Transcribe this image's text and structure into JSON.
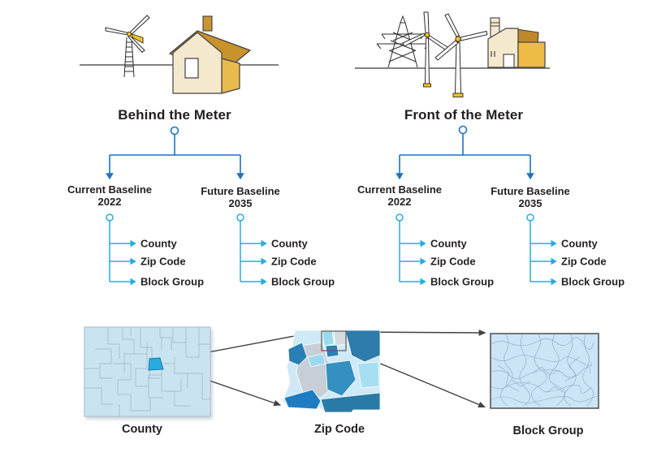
{
  "figure": {
    "description": "Behind / Front of the Meter baseline hierarchy diagram with county, zip code and block group maps"
  },
  "colors": {
    "tree_blue": "#1b75bc",
    "branch_cyan": "#29abe2",
    "outline_dark": "#414042",
    "ground_gray": "#58595b",
    "cream": "#f4e9cd",
    "gold": "#e9ba4e",
    "dark_gold": "#c8922d",
    "county_map_fill": "#c9e4f0",
    "highlight_blue": "#29abe2",
    "blockgroup_fill": "#cbe5f6"
  },
  "sections": [
    {
      "id": "behind-the-meter",
      "title": "Behind the Meter",
      "icons": [
        "wind-turbine-icon",
        "house-icon"
      ],
      "branches": [
        {
          "name": "Current Baseline",
          "year": "2022",
          "leaves": [
            "County",
            "Zip Code",
            "Block Group"
          ]
        },
        {
          "name": "Future Baseline",
          "year": "2035",
          "leaves": [
            "County",
            "Zip Code",
            "Block Group"
          ]
        }
      ]
    },
    {
      "id": "front-of-the-meter",
      "title": "Front of the Meter",
      "icons": [
        "transmission-tower-icon",
        "wind-turbine-icon",
        "wind-turbine-icon",
        "factory-icon"
      ],
      "branches": [
        {
          "name": "Current Baseline",
          "year": "2022",
          "leaves": [
            "County",
            "Zip Code",
            "Block Group"
          ]
        },
        {
          "name": "Future Baseline",
          "year": "2035",
          "leaves": [
            "County",
            "Zip Code",
            "Block Group"
          ]
        }
      ]
    }
  ],
  "maps": [
    {
      "label": "County"
    },
    {
      "label": "Zip Code"
    },
    {
      "label": "Block Group"
    }
  ]
}
